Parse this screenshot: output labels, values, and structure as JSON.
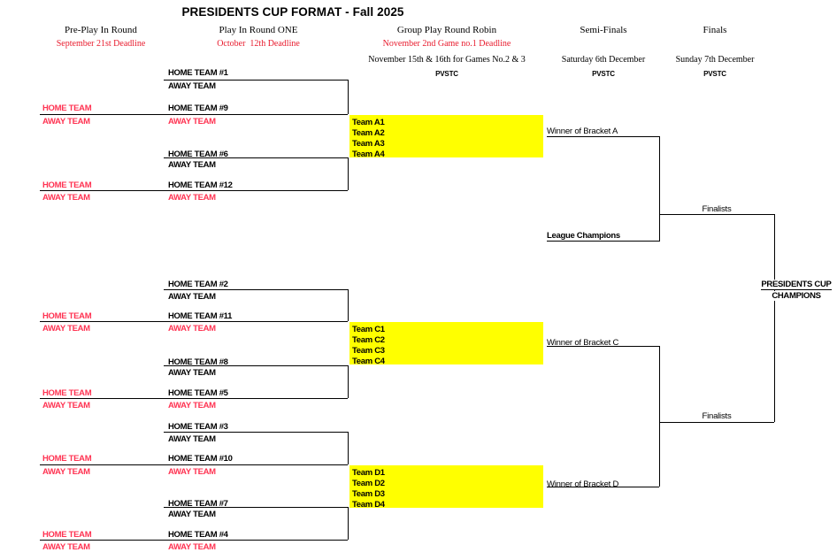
{
  "title": "PRESIDENTS CUP FORMAT - Fall 2025",
  "colors": {
    "deadline_red": "#e81b2d",
    "team_red": "#ff3352",
    "highlight_yellow": "#ffff00",
    "line_black": "#000000"
  },
  "columns": {
    "pre_play": {
      "label": "Pre-Play In Round",
      "deadline": "September 21st Deadline"
    },
    "play_in": {
      "label": "Play In Round ONE",
      "deadline": "October  12th Deadline"
    },
    "group_play": {
      "label": "Group Play Round Robin",
      "deadline": "November 2nd Game no.1 Deadline",
      "schedule": "November 15th & 16th for Games No.2 & 3",
      "venue": "PVSTC"
    },
    "semi_finals": {
      "label": "Semi-Finals",
      "date": "Saturday 6th December",
      "venue": "PVSTC"
    },
    "finals": {
      "label": "Finals",
      "date": "Sunday 7th December",
      "venue": "PVSTC"
    }
  },
  "sections": [
    {
      "units": [
        {
          "seed_top": "HOME TEAM #1",
          "away_top": "AWAY TEAM",
          "pre_home": "HOME TEAM",
          "seed_mid": "HOME TEAM #9",
          "pre_away": "AWAY TEAM",
          "away_mid": "AWAY TEAM"
        },
        {
          "seed_top": "HOME TEAM #6",
          "away_top": "AWAY TEAM",
          "pre_home": "HOME TEAM",
          "seed_mid": "HOME TEAM #12",
          "pre_away": "AWAY TEAM",
          "away_mid": "AWAY TEAM"
        }
      ],
      "group": {
        "teams": [
          "Team A1",
          "Team A2",
          "Team A3",
          "Team A4"
        ]
      },
      "winner": "Winner of Bracket A"
    },
    {
      "units": [
        {
          "seed_top": "HOME TEAM #2",
          "away_top": "AWAY TEAM",
          "pre_home": "HOME TEAM",
          "seed_mid": "HOME TEAM #11",
          "pre_away": "AWAY TEAM",
          "away_mid": "AWAY TEAM"
        },
        {
          "seed_top": "HOME TEAM #8",
          "away_top": "AWAY TEAM",
          "pre_home": "HOME TEAM",
          "seed_mid": "HOME TEAM #5",
          "pre_away": "AWAY TEAM",
          "away_mid": "AWAY TEAM"
        }
      ],
      "group": {
        "teams": [
          "Team C1",
          "Team C2",
          "Team C3",
          "Team C4"
        ]
      },
      "winner": "Winner of Bracket C"
    },
    {
      "units": [
        {
          "seed_top": "HOME TEAM #3",
          "away_top": "AWAY TEAM",
          "pre_home": "HOME TEAM",
          "seed_mid": "HOME TEAM #10",
          "pre_away": "AWAY TEAM",
          "away_mid": "AWAY TEAM"
        },
        {
          "seed_top": "HOME TEAM #7",
          "away_top": "AWAY TEAM",
          "pre_home": "HOME TEAM",
          "seed_mid": "HOME TEAM #4",
          "pre_away": "AWAY TEAM",
          "away_mid": "AWAY TEAM"
        }
      ],
      "group": {
        "teams": [
          "Team D1",
          "Team D2",
          "Team D3",
          "Team D4"
        ]
      },
      "winner": "Winner of Bracket D"
    }
  ],
  "semi_finals": {
    "league_champions": "League Champions"
  },
  "finals": {
    "finalists_top": "Finalists",
    "finalists_bottom": "Finalists"
  },
  "champion": {
    "line1": "PRESIDENTS CUP",
    "line2": "CHAMPIONS"
  }
}
